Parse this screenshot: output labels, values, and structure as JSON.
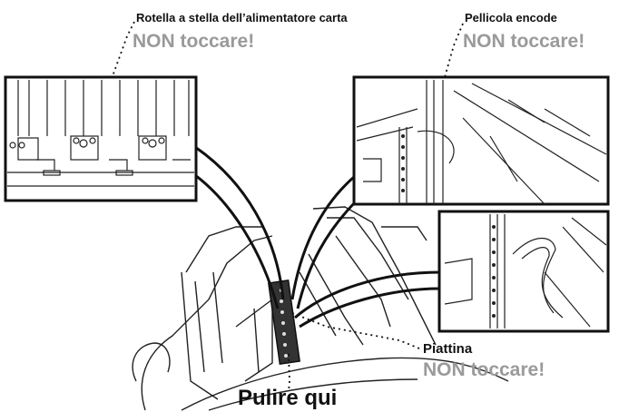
{
  "labels": {
    "star_wheel": "Rotella a stella dell’alimentatore carta",
    "star_wheel_warning": "NON toccare!",
    "encoder_film": "Pellicola encode",
    "encoder_film_warning": "NON toccare!",
    "flat_cable": "Piattina",
    "flat_cable_warning": "NON toccare!",
    "clean_here": "Pulire qui"
  },
  "colors": {
    "label_text": "#111111",
    "warning_text": "#9a9a9a",
    "line_art": "#111111"
  }
}
